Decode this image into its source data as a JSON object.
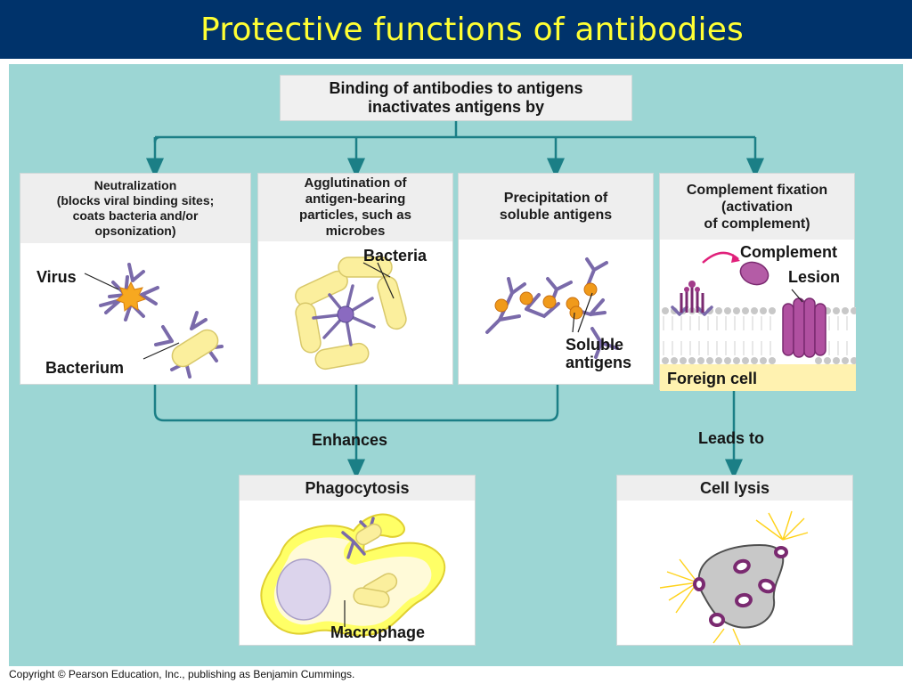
{
  "title": "Protective functions of antibodies",
  "top_box": "Binding of antibodies to antigens\ninactivates antigens by",
  "mechanisms": [
    {
      "heading": "Neutralization\n(blocks viral binding sites;\ncoats bacteria and/or\nopsonization)",
      "labels": [
        "Virus",
        "Bacterium"
      ]
    },
    {
      "heading": "Agglutination of\nantigen-bearing\nparticles, such as\nmicrobes",
      "labels": [
        "Bacteria"
      ]
    },
    {
      "heading": "Precipitation of\nsoluble antigens",
      "labels": [
        "Soluble\nantigens"
      ]
    },
    {
      "heading": "Complement fixation\n(activation\nof complement)",
      "labels": [
        "Complement",
        "Lesion",
        "Foreign cell"
      ]
    }
  ],
  "flow": {
    "enhances": "Enhances",
    "leads_to": "Leads to"
  },
  "outcomes": [
    {
      "heading": "Phagocytosis",
      "label": "Macrophage"
    },
    {
      "heading": "Cell lysis"
    }
  ],
  "copyright": "Copyright © Pearson Education, Inc., publishing as Benjamin Cummings.",
  "colors": {
    "header_bg": "#00336b",
    "title_text": "#ffff33",
    "figure_bg": "#9cd6d4",
    "connector": "#1b7f86",
    "antibody": "#7a6aaa",
    "antigen_orange": "#f09a1a",
    "bacterium": "#fbef9d",
    "macrophage": "#ffff66",
    "complement": "#a23a8a"
  }
}
